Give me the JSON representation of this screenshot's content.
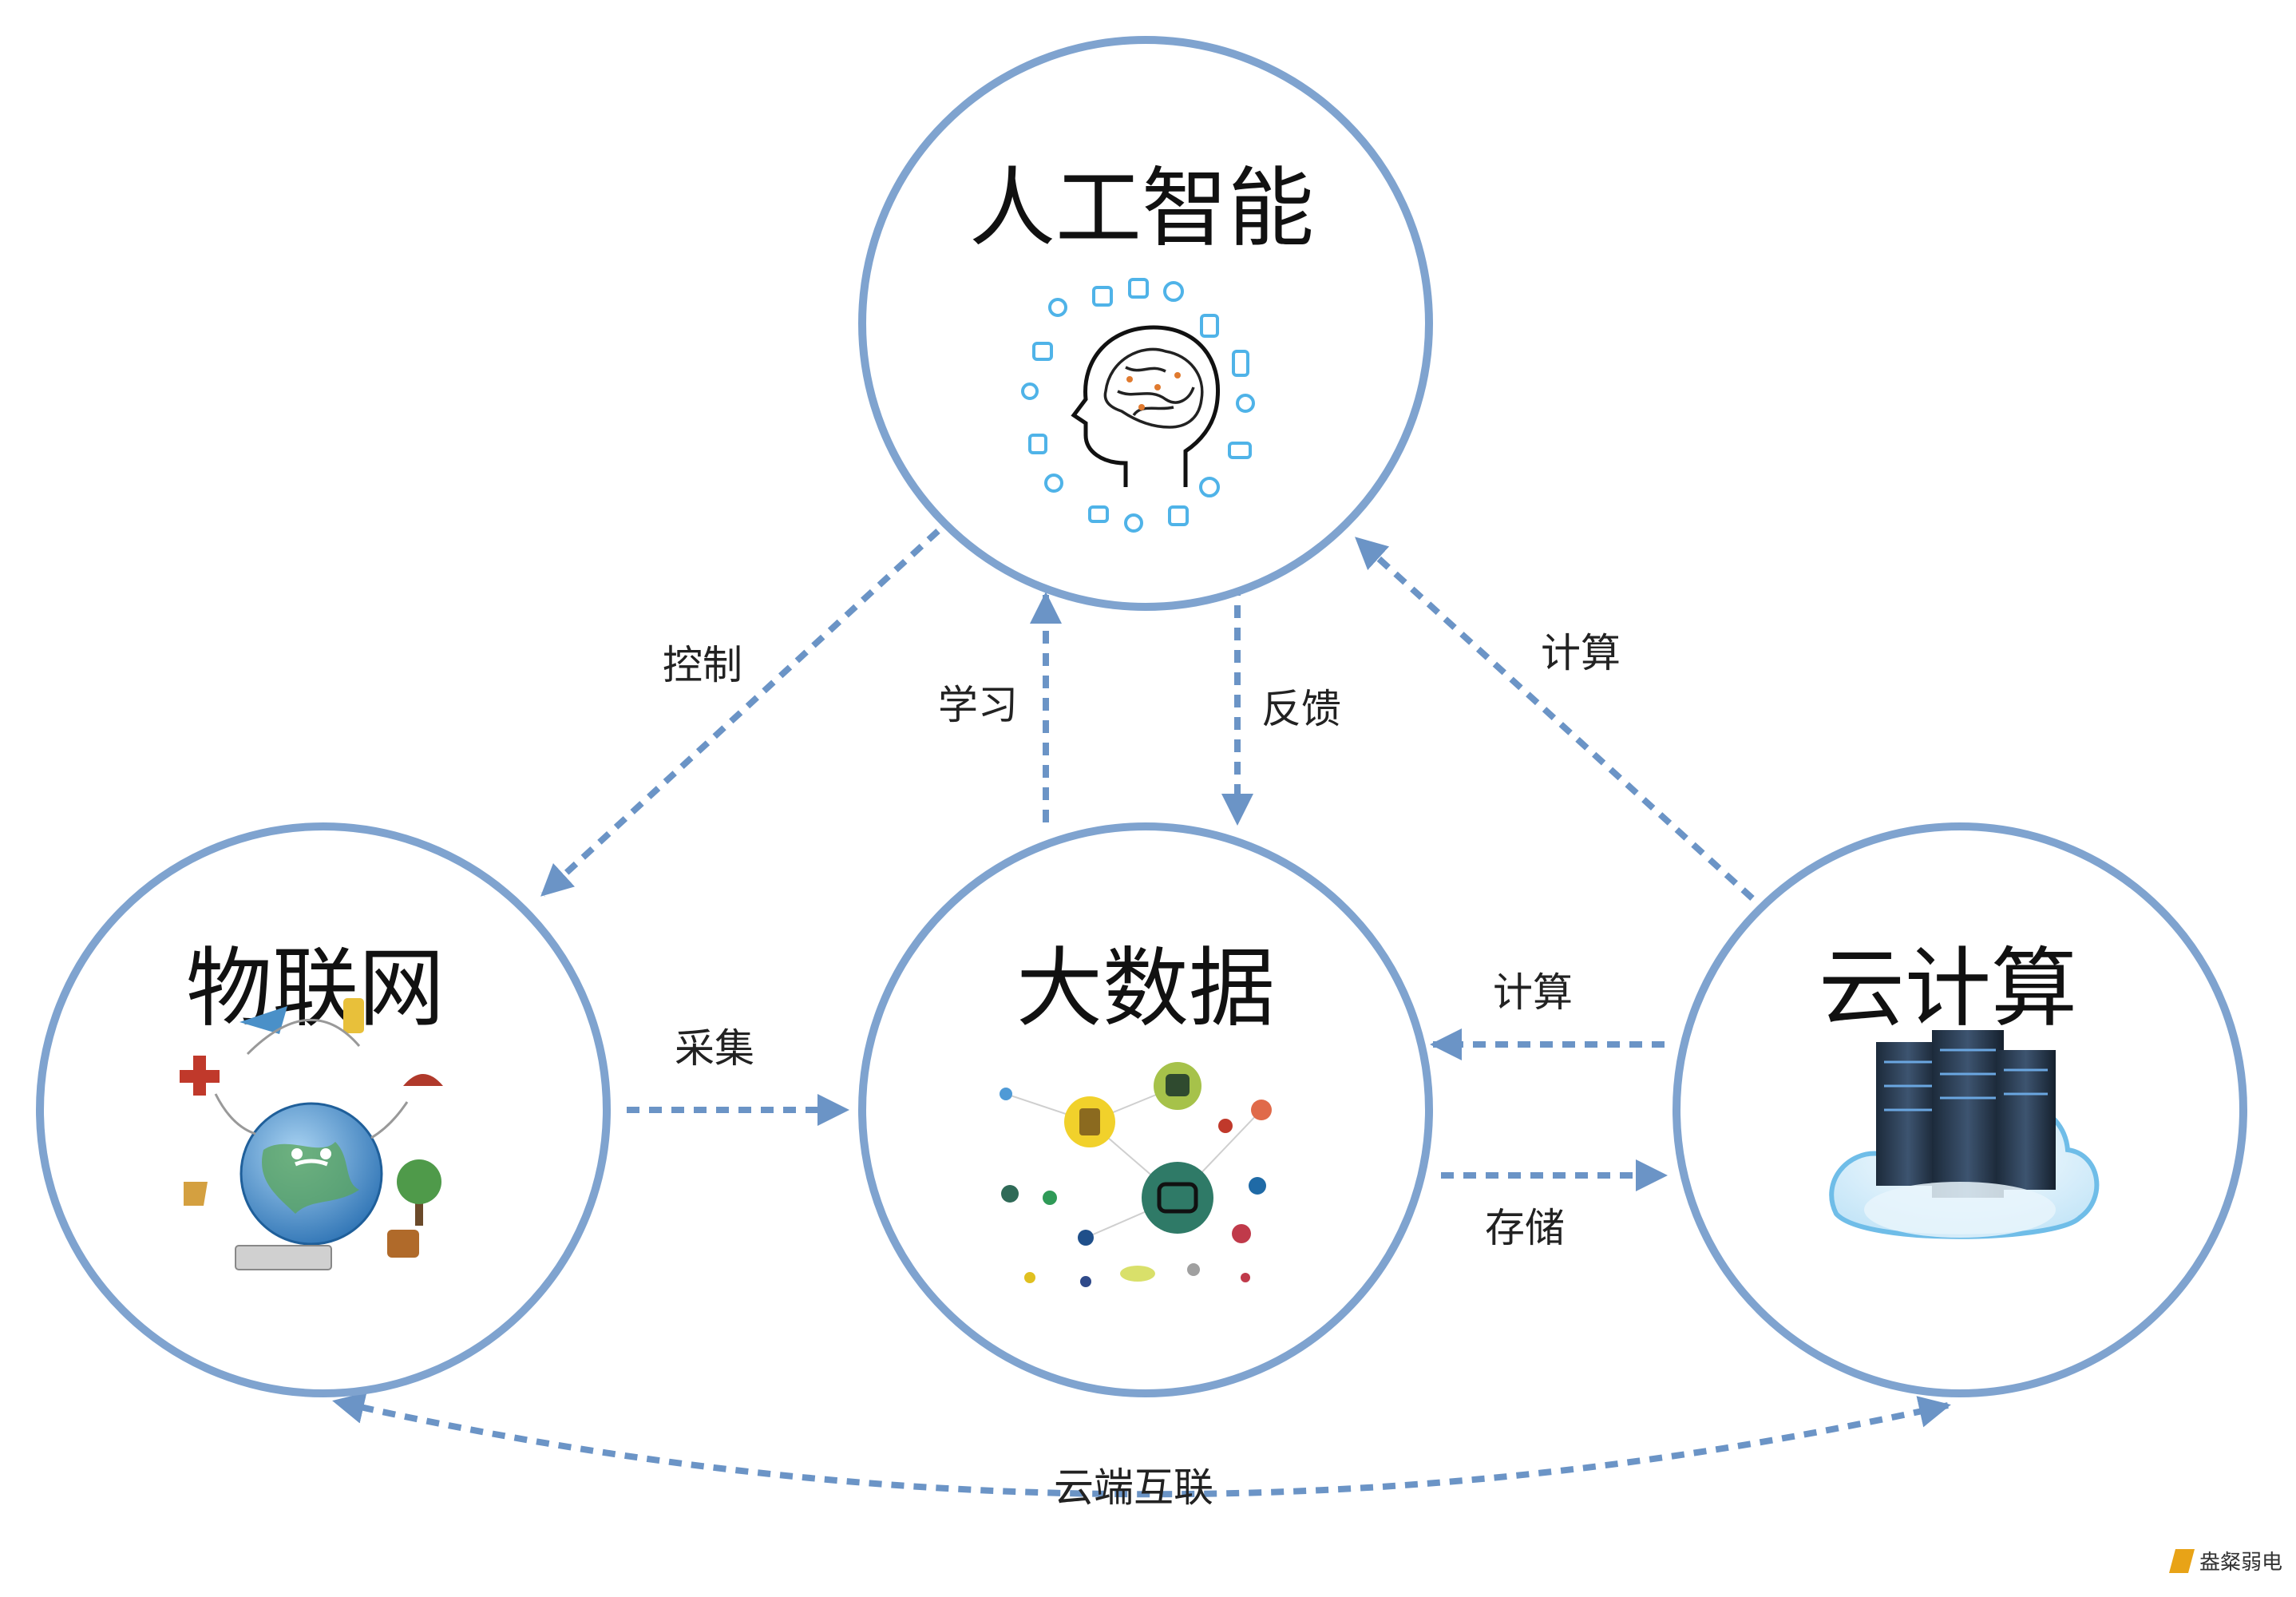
{
  "colors": {
    "ring": "#7fa3cf",
    "edge": "#6b94c6",
    "title": "#111111",
    "label": "#222222"
  },
  "nodes": {
    "ai": {
      "title": "人工智能",
      "icon": "brain-icon"
    },
    "iot": {
      "title": "物联网",
      "icon": "globe-devices-icon"
    },
    "bigdata": {
      "title": "大数据",
      "icon": "data-network-icon"
    },
    "cloud": {
      "title": "云计算",
      "icon": "server-cloud-icon"
    }
  },
  "edges": {
    "control": "控制",
    "learn": "学习",
    "feedback": "反馈",
    "compute_top": "计算",
    "collect": "采集",
    "compute_mid": "计算",
    "store": "存储",
    "cloud_link": "云端互联"
  },
  "watermark": {
    "text": "盎粲弱电"
  }
}
